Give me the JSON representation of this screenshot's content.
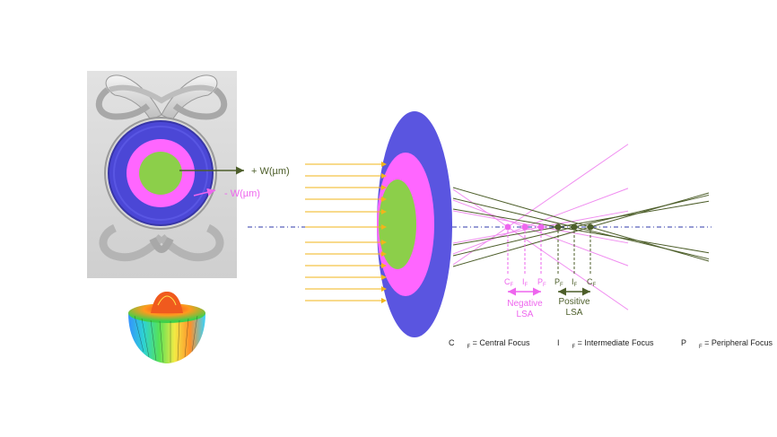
{
  "lens_labels": {
    "plus_w": "+ W(µm)",
    "minus_w": "- W(µm)"
  },
  "focus_labels": {
    "negative": [
      {
        "main": "C",
        "sub": "F"
      },
      {
        "main": "I",
        "sub": "F"
      },
      {
        "main": "P",
        "sub": "F"
      }
    ],
    "positive": [
      {
        "main": "P",
        "sub": "F"
      },
      {
        "main": "I",
        "sub": "F"
      },
      {
        "main": "C",
        "sub": "F"
      }
    ]
  },
  "lsa_labels": {
    "negative_line1": "Negative",
    "negative_line2": "LSA",
    "positive_line1": "Positive",
    "positive_line2": "LSA"
  },
  "legend": {
    "central": {
      "main": "C",
      "sub": "F",
      "text": " = Central Focus"
    },
    "intermediate": {
      "main": "I",
      "sub": "F",
      "text": " = Intermediate Focus"
    },
    "peripheral": {
      "main": "P",
      "sub": "F",
      "text": " = Peripheral Focus"
    }
  },
  "colors": {
    "blue_zone": "#5a55e0",
    "magenta_zone": "#ff66ff",
    "green_zone": "#8ccf4a",
    "negative": "#ee66ee",
    "positive": "#4d5e2a",
    "axis": "#2f3aa8",
    "rays": "#f2b51a"
  },
  "icons": [
    "lens-photo-icon",
    "wavefront-3d-icon"
  ]
}
